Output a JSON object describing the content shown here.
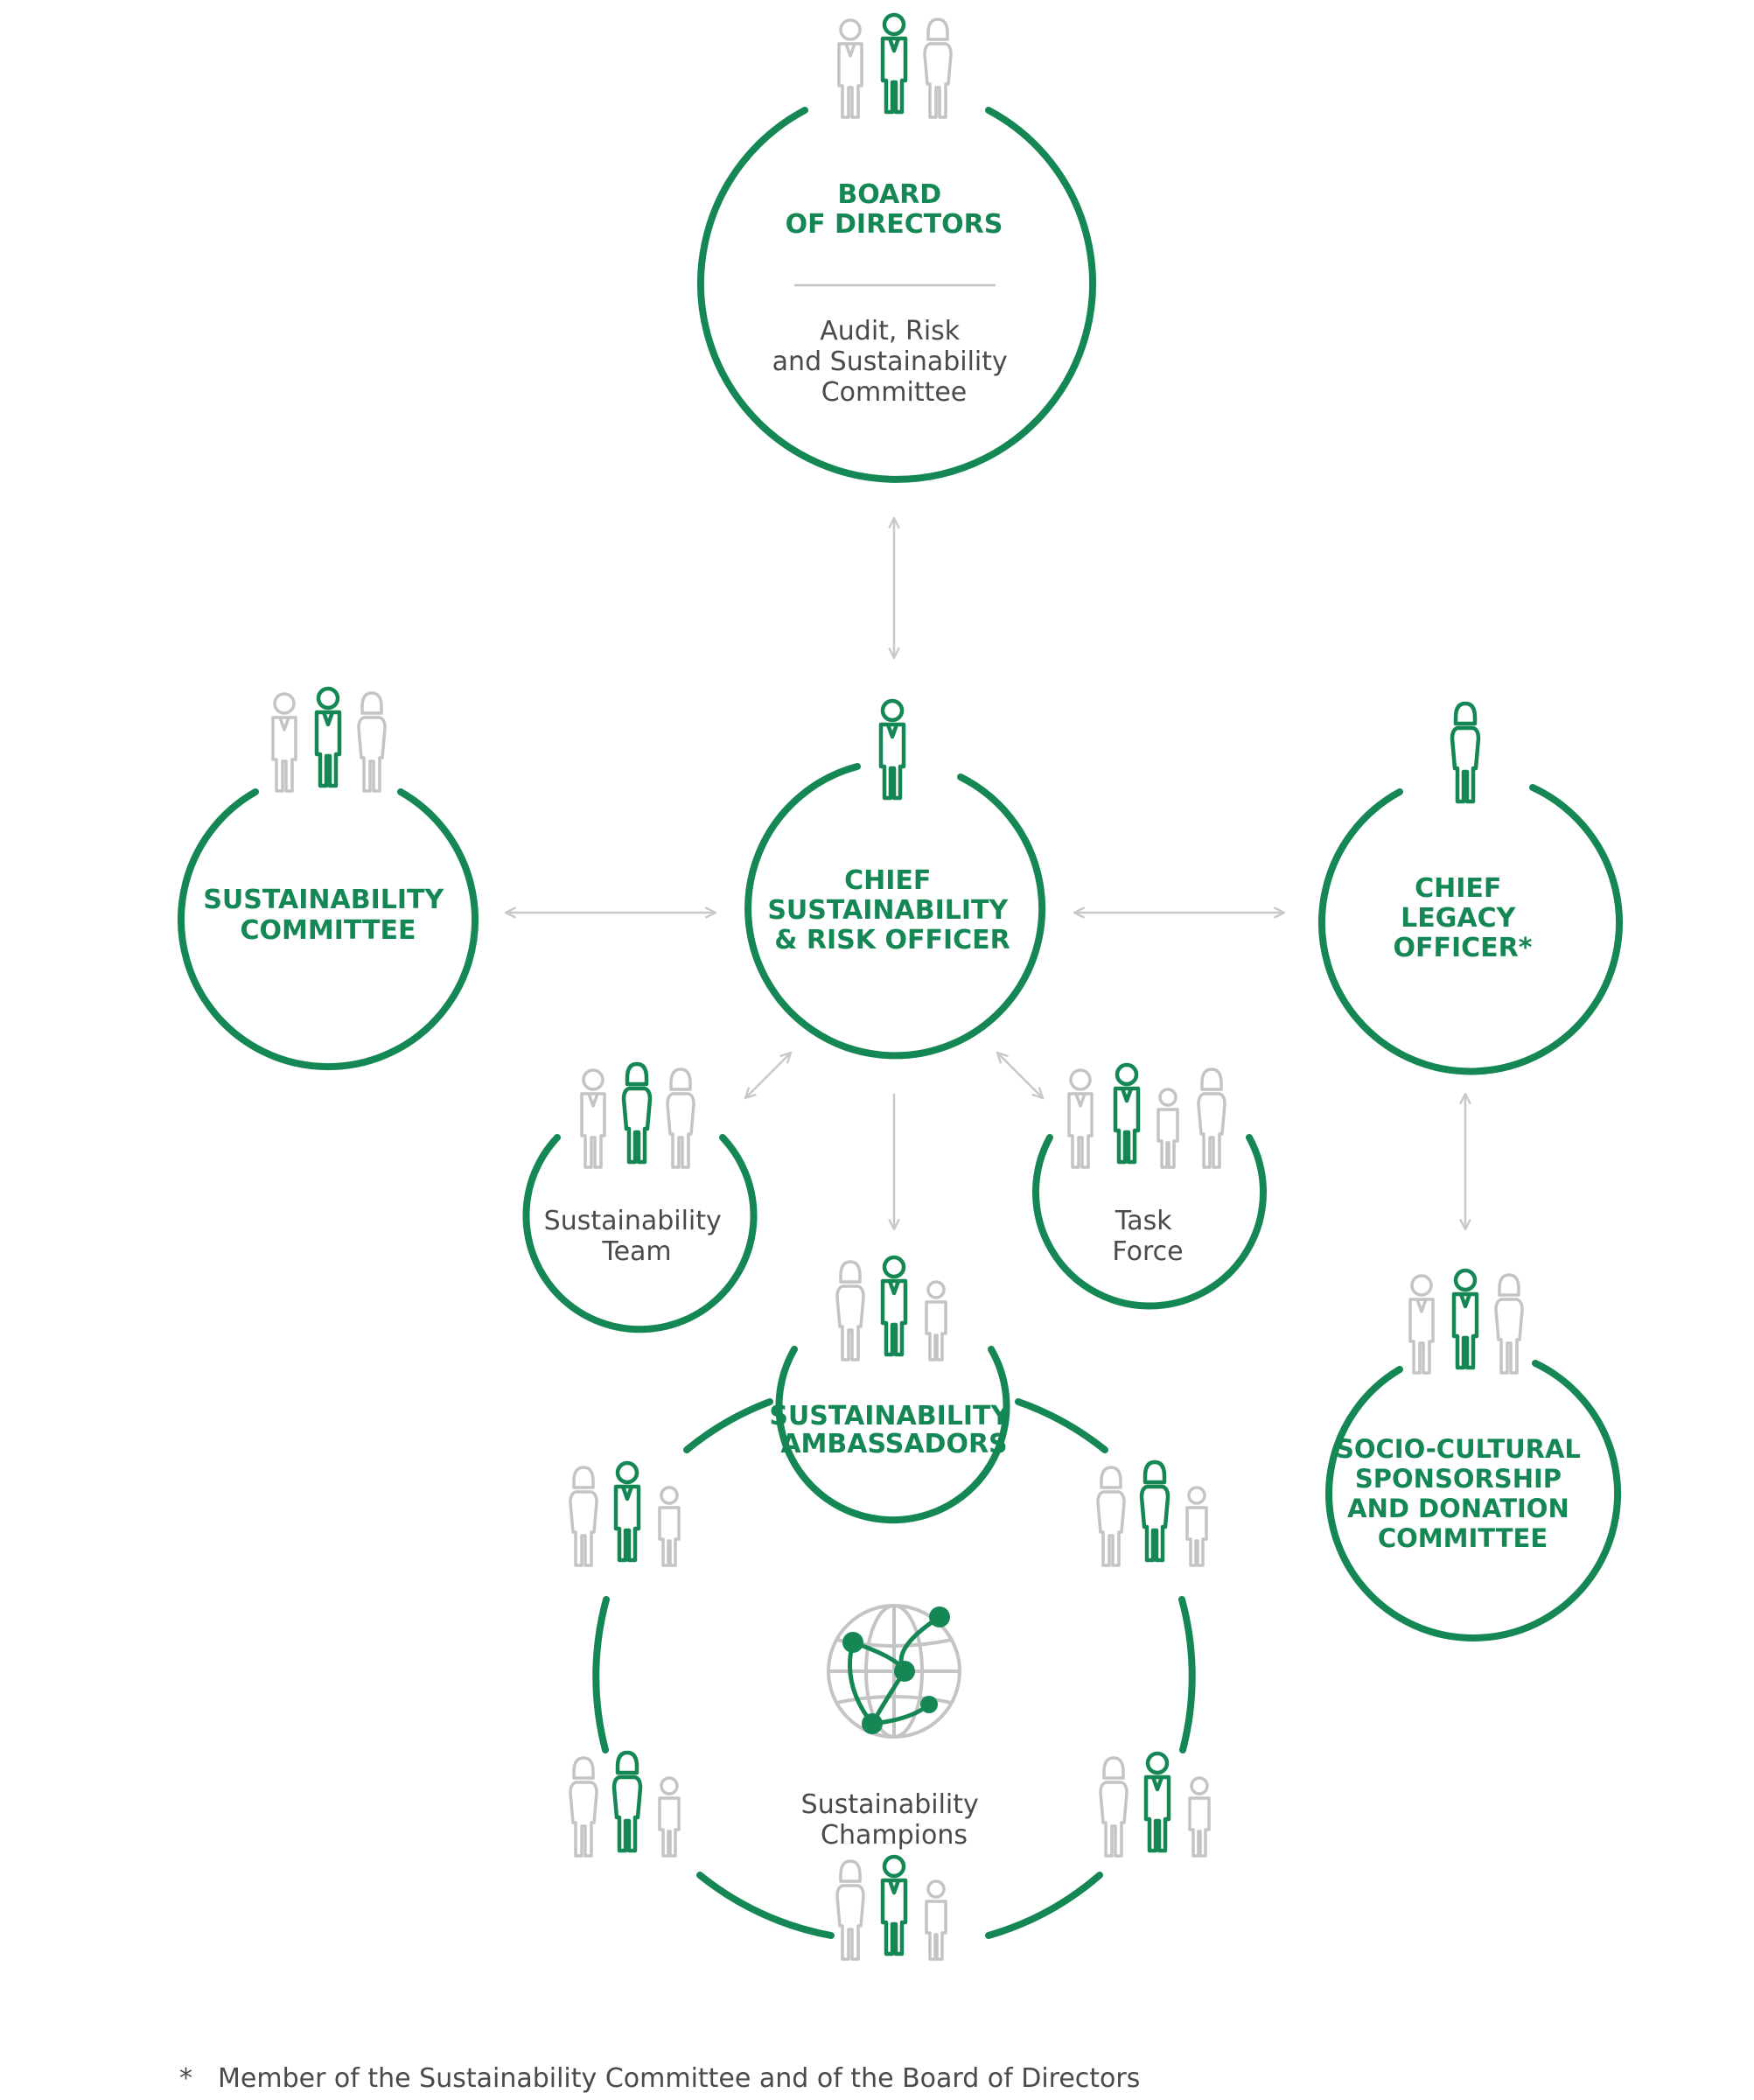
{
  "colors": {
    "green": "#148755",
    "gray": "#c4c4c4",
    "arrow": "#c8c8c8",
    "text": "#4a4a4a"
  },
  "nodes": {
    "board": {
      "title_lines": [
        "BOARD",
        "OF DIRECTORS"
      ],
      "sub_lines": [
        "Audit, Risk",
        "and Sustainability",
        "Committee"
      ]
    },
    "sustainability_committee": {
      "title_lines": [
        "SUSTAINABILITY",
        "COMMITTEE"
      ]
    },
    "chief_officer": {
      "title_lines": [
        "CHIEF",
        "SUSTAINABILITY",
        "& RISK OFFICER"
      ]
    },
    "legacy_officer": {
      "title_lines": [
        "CHIEF",
        "LEGACY",
        "OFFICER*"
      ]
    },
    "sustainability_team": {
      "label_lines": [
        "Sustainability",
        "Team"
      ]
    },
    "task_force": {
      "label_lines": [
        "Task",
        "Force"
      ]
    },
    "ambassadors": {
      "title_lines": [
        "SUSTAINABILITY",
        "AMBASSADORS"
      ]
    },
    "champions": {
      "label_lines": [
        "Sustainability",
        "Champions"
      ]
    },
    "socio_cultural": {
      "title_lines": [
        "SOCIO-CULTURAL",
        "SPONSORSHIP",
        "AND DONATION",
        "COMMITTEE"
      ]
    }
  },
  "icons": {
    "people_group": "people-group-icon",
    "person": "person-icon",
    "network_globe": "network-globe-icon"
  },
  "footnote": {
    "marker": "*",
    "text": "Member of the Sustainability Committee and of the Board of Directors"
  }
}
